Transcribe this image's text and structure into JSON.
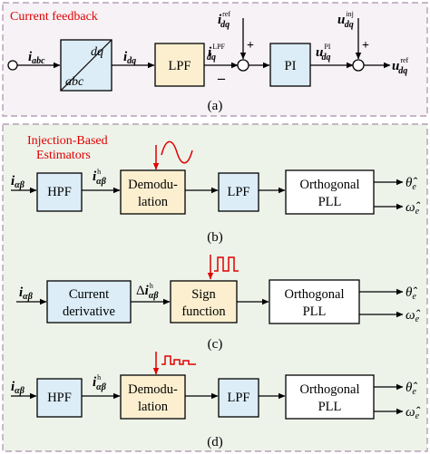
{
  "panel_a": {
    "title": "Current feedback",
    "label": "(a)",
    "signals": {
      "i_abc": {
        "base": "i",
        "sub": "abc"
      },
      "i_dq": {
        "base": "i",
        "sub": "dq"
      },
      "i_dq_lpf": {
        "base": "i",
        "sub": "dq",
        "sup": "LPF"
      },
      "i_dq_ref": {
        "base": "i",
        "sub": "dq",
        "sup": "ref"
      },
      "u_dq_pi": {
        "base": "u",
        "sub": "dq",
        "sup": "PI"
      },
      "u_dq_inj": {
        "base": "u",
        "sub": "dq",
        "sup": "inj"
      },
      "u_dq_ref": {
        "base": "u",
        "sub": "dq",
        "sup": "ref"
      }
    },
    "blocks": {
      "transform_top": "dq",
      "transform_bottom": "abc",
      "lpf": "LPF",
      "pi": "PI"
    },
    "signs": {
      "plus1": "+",
      "minus": "–",
      "plus2": "+"
    }
  },
  "panel_estimators": {
    "title_line1": "Injection-Based",
    "title_line2": "Estimators"
  },
  "panel_b": {
    "label": "(b)",
    "in": {
      "base": "i",
      "sub": "αβ"
    },
    "mid": {
      "base": "i",
      "sub": "αβ",
      "sup": "h"
    },
    "hpf": "HPF",
    "demod_line1": "Demodu-",
    "demod_line2": "lation",
    "lpf": "LPF",
    "pll_line1": "Orthogonal",
    "pll_line2": "PLL",
    "theta": {
      "base": "θ̂",
      "sub": "e"
    },
    "omega": {
      "base": "ω̂",
      "sub": "e"
    },
    "injection_icon": "sine-wave-icon"
  },
  "panel_c": {
    "label": "(c)",
    "in": {
      "base": "i",
      "sub": "αβ"
    },
    "mid": {
      "prefix": "Δ",
      "base": "i",
      "sub": "αβ",
      "sup": "h"
    },
    "deriv_line1": "Current",
    "deriv_line2": "derivative",
    "sign_line1": "Sign",
    "sign_line2": "function",
    "pll_line1": "Orthogonal",
    "pll_line2": "PLL",
    "theta": {
      "base": "θ̂",
      "sub": "e"
    },
    "omega": {
      "base": "ω̂",
      "sub": "e"
    },
    "injection_icon": "square-wave-icon"
  },
  "panel_d": {
    "label": "(d)",
    "in": {
      "base": "i",
      "sub": "αβ"
    },
    "mid": {
      "base": "i",
      "sub": "αβ",
      "sup": "h"
    },
    "hpf": "HPF",
    "demod_line1": "Demodu-",
    "demod_line2": "lation",
    "lpf": "LPF",
    "pll_line1": "Orthogonal",
    "pll_line2": "PLL",
    "theta": {
      "base": "θ̂",
      "sub": "e"
    },
    "omega": {
      "base": "ω̂",
      "sub": "e"
    },
    "injection_icon": "pulse-wave-icon"
  },
  "colors": {
    "panel_a_bg": "#f6f2f6",
    "panel_est_bg": "#eef3ea",
    "border": "#a98fa9",
    "block_blue": "#dcedf7",
    "block_yellow": "#fcefcf",
    "block_white": "#ffffff",
    "injection_red": "#e00000"
  }
}
